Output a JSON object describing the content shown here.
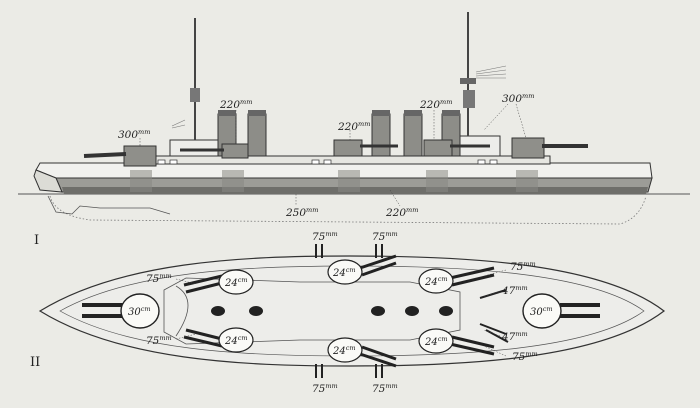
{
  "figure": {
    "side_view_label": "I",
    "plan_view_label": "II"
  },
  "side_view": {
    "labels": [
      {
        "id": "fwd_main",
        "num": "300",
        "unit": "mm"
      },
      {
        "id": "sec_1",
        "num": "220",
        "unit": "mm"
      },
      {
        "id": "sec_2",
        "num": "220",
        "unit": "mm"
      },
      {
        "id": "sec_3",
        "num": "220",
        "unit": "mm"
      },
      {
        "id": "aft_main",
        "num": "300",
        "unit": "mm"
      },
      {
        "id": "belt_main",
        "num": "250",
        "unit": "mm"
      },
      {
        "id": "belt_end",
        "num": "220",
        "unit": "mm"
      }
    ]
  },
  "plan_view": {
    "turrets": [
      {
        "id": "fwd_main",
        "num": "30",
        "unit": "cm"
      },
      {
        "id": "wing_fwd_p",
        "num": "24",
        "unit": "cm"
      },
      {
        "id": "wing_fwd_s",
        "num": "24",
        "unit": "cm"
      },
      {
        "id": "wing_mid_p",
        "num": "24",
        "unit": "cm"
      },
      {
        "id": "wing_mid_s",
        "num": "24",
        "unit": "cm"
      },
      {
        "id": "wing_aft_p",
        "num": "24",
        "unit": "cm"
      },
      {
        "id": "wing_aft_s",
        "num": "24",
        "unit": "cm"
      },
      {
        "id": "aft_main",
        "num": "30",
        "unit": "cm"
      }
    ],
    "gun_labels": [
      {
        "id": "t1",
        "num": "75",
        "unit": "mm"
      },
      {
        "id": "t2",
        "num": "75",
        "unit": "mm"
      },
      {
        "id": "l1",
        "num": "75",
        "unit": "mm"
      },
      {
        "id": "l2",
        "num": "75",
        "unit": "mm"
      },
      {
        "id": "r1",
        "num": "75",
        "unit": "mm"
      },
      {
        "id": "r2",
        "num": "47",
        "unit": "mm"
      },
      {
        "id": "r3",
        "num": "47",
        "unit": "mm"
      },
      {
        "id": "r4",
        "num": "75",
        "unit": "mm"
      },
      {
        "id": "b1",
        "num": "75",
        "unit": "mm"
      },
      {
        "id": "b2",
        "num": "75",
        "unit": "mm"
      }
    ]
  }
}
